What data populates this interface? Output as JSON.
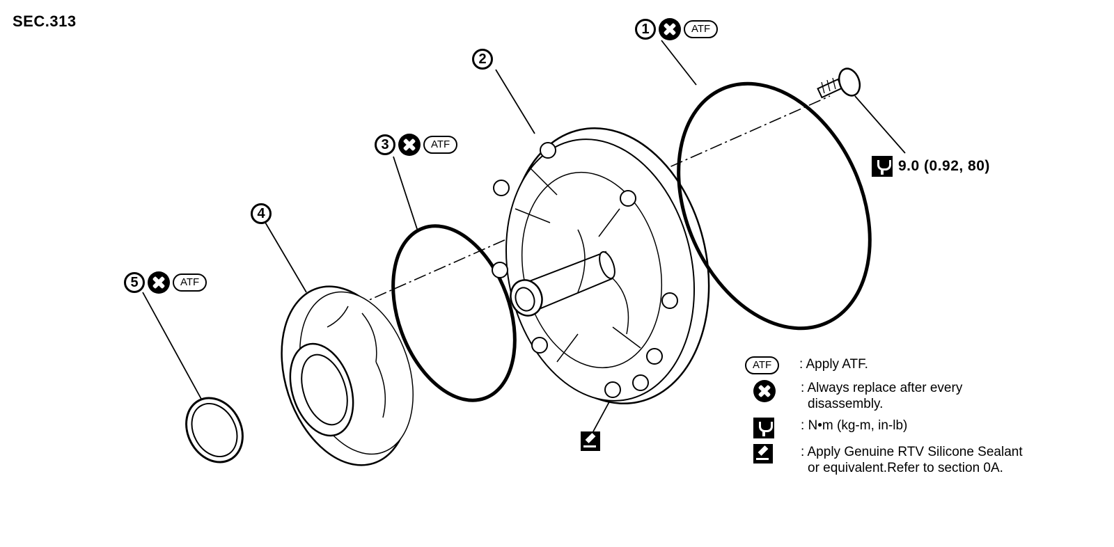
{
  "section": "SEC.313",
  "callouts": [
    {
      "number": "1",
      "replace": true,
      "atf": "ATF"
    },
    {
      "number": "2"
    },
    {
      "number": "3",
      "replace": true,
      "atf": "ATF"
    },
    {
      "number": "4"
    },
    {
      "number": "5",
      "replace": true,
      "atf": "ATF"
    }
  ],
  "torque": {
    "value": "9.0  (0.92,  80)"
  },
  "legend": {
    "atf_symbol": "ATF",
    "atf_text": ": Apply ATF.",
    "replace_text_1": ": Always replace after every",
    "replace_text_2": "disassembly.",
    "torque_text": ":  N•m  (kg-m,  in-lb)",
    "sealant_text_1": ": Apply Genuine RTV Silicone Sealant",
    "sealant_text_2": "or equivalent.Refer to section 0A."
  }
}
